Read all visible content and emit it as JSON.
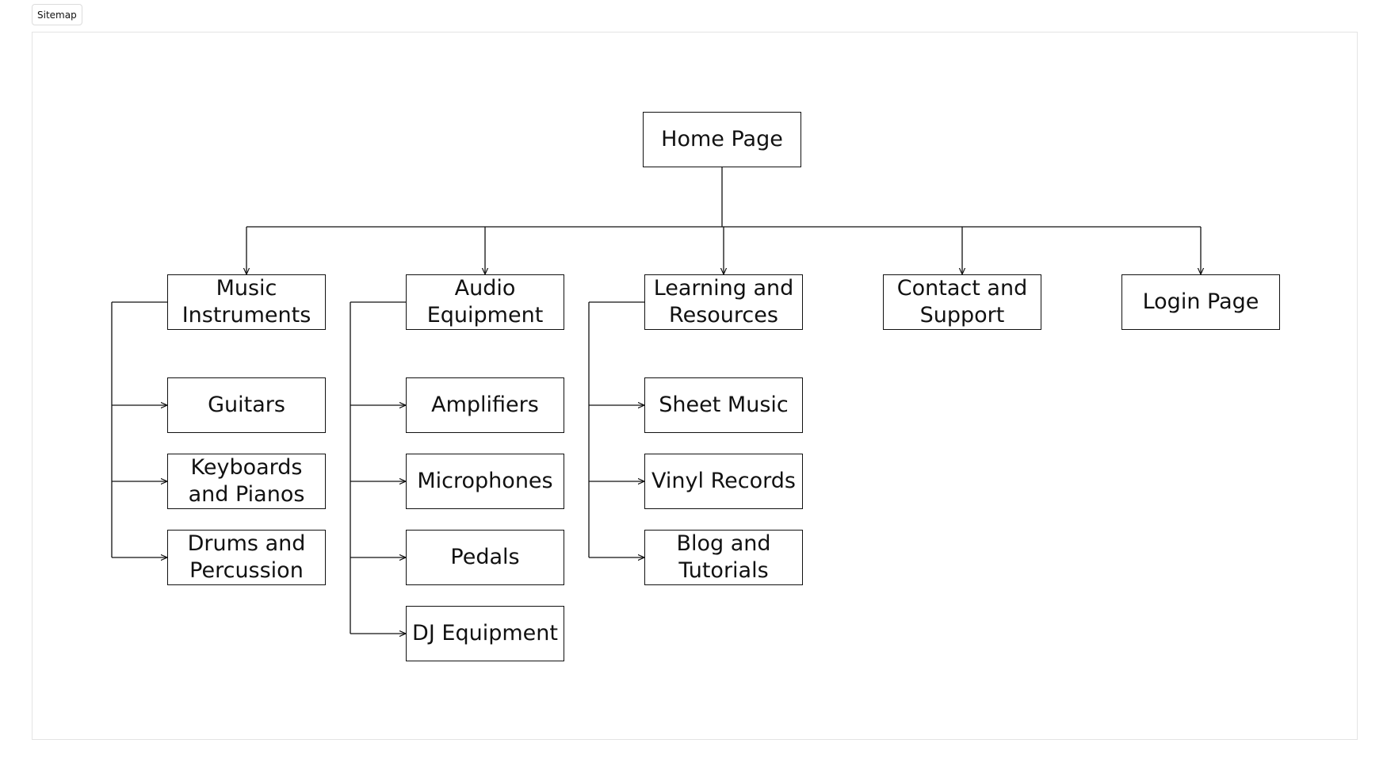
{
  "toolbar": {
    "tab_label": "Sitemap"
  },
  "colors": {
    "stroke": "#111111",
    "canvas_border": "#e4e4e4"
  },
  "diagram": {
    "root": {
      "id": "home",
      "label": "Home Page"
    },
    "sections": [
      {
        "id": "music",
        "label": "Music Instruments",
        "children": [
          {
            "id": "guitars",
            "label": "Guitars"
          },
          {
            "id": "keyboards",
            "label": "Keyboards and Pianos"
          },
          {
            "id": "drums",
            "label": "Drums and Percussion"
          }
        ]
      },
      {
        "id": "audio",
        "label": "Audio Equipment",
        "children": [
          {
            "id": "amps",
            "label": "Amplifiers"
          },
          {
            "id": "mics",
            "label": "Microphones"
          },
          {
            "id": "pedals",
            "label": "Pedals"
          },
          {
            "id": "dj",
            "label": "DJ Equipment"
          }
        ]
      },
      {
        "id": "learning",
        "label": "Learning and Resources",
        "children": [
          {
            "id": "sheet",
            "label": "Sheet Music"
          },
          {
            "id": "vinyl",
            "label": "Vinyl Records"
          },
          {
            "id": "blog",
            "label": "Blog and Tutorials"
          }
        ]
      },
      {
        "id": "contact",
        "label": "Contact and Support",
        "children": []
      },
      {
        "id": "login",
        "label": "Login Page",
        "children": []
      }
    ]
  }
}
